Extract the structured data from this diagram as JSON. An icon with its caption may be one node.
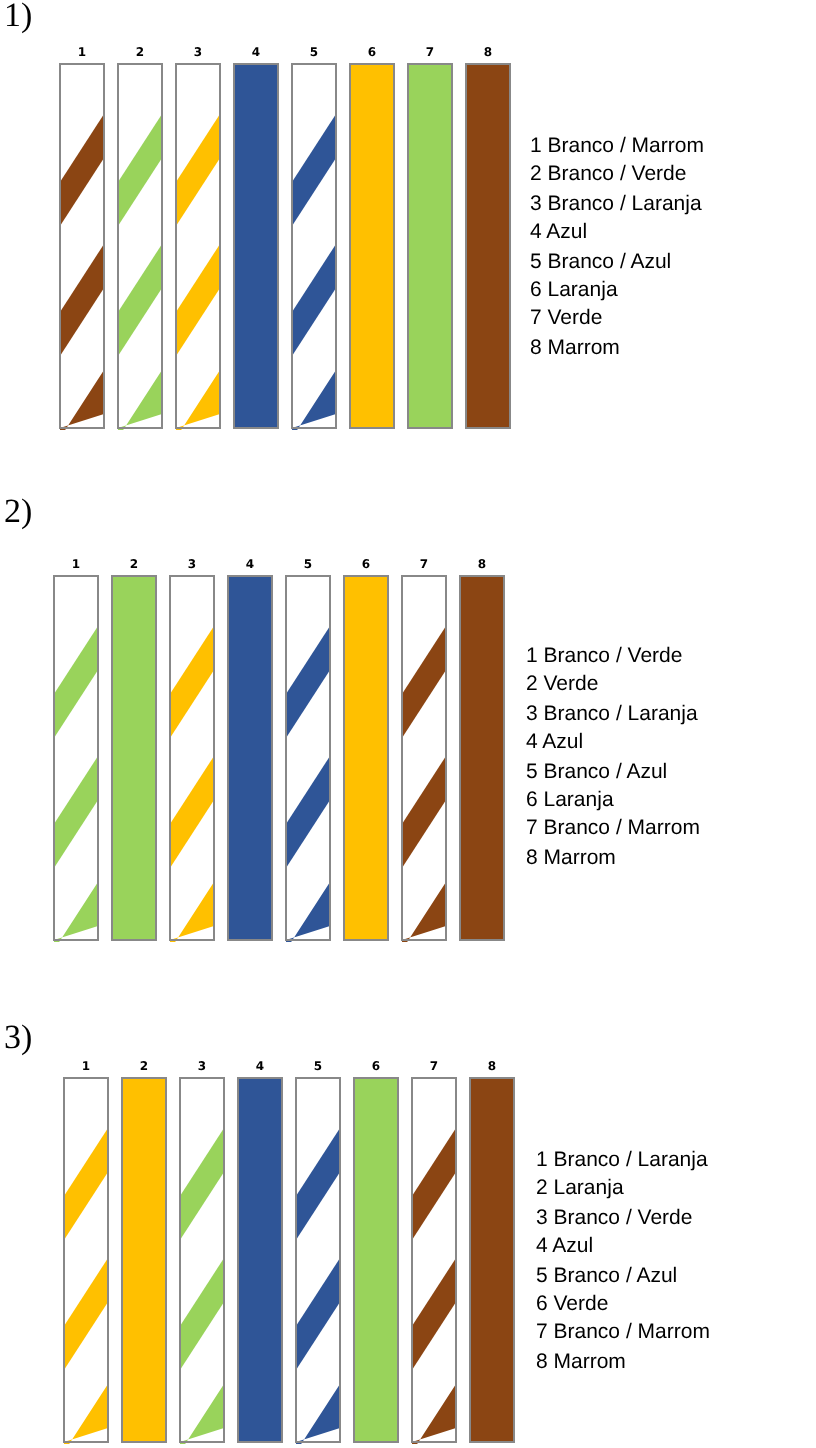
{
  "diagram": {
    "nodes": [
      {
        "text": [
          "1"
        ]
      },
      {
        "text": [
          "2"
        ]
      },
      {
        "text": [
          "3"
        ]
      },
      {
        "text": [
          "4"
        ]
      },
      {
        "text": [
          "5"
        ]
      },
      {
        "text": [
          "6"
        ]
      },
      {
        "text": [
          "7"
        ]
      },
      {
        "text": [
          "8"
        ]
      },
      {
        "text": [
          "1"
        ]
      },
      {
        "text": [
          "2"
        ]
      },
      {
        "text": [
          "3"
        ]
      },
      {
        "text": [
          "4"
        ]
      },
      {
        "text": [
          "5"
        ]
      },
      {
        "text": [
          "6"
        ]
      },
      {
        "text": [
          "7"
        ]
      },
      {
        "text": [
          "8"
        ]
      },
      {
        "text": [
          "1"
        ]
      },
      {
        "text": [
          "2"
        ]
      },
      {
        "text": [
          "3"
        ]
      },
      {
        "text": [
          "4"
        ]
      },
      {
        "text": [
          "5"
        ]
      },
      {
        "text": [
          "6"
        ]
      },
      {
        "text": [
          "7"
        ]
      },
      {
        "text": [
          "8"
        ]
      }
    ],
    "labels": [
      "1)",
      "1 Branco / Marrom",
      "2 Branco / Verde",
      "3 Branco / Laranja",
      "4 Azul",
      "5 Branco / Azul",
      "6 Laranja",
      "7 Verde",
      "8 Marrom",
      "2)",
      "1 Branco / Verde",
      "2 Verde",
      "3 Branco / Laranja",
      "4 Azul",
      "5 Branco / Azul",
      "6 Laranja",
      "7 Branco / Marrom",
      "8 Marrom",
      "3)",
      "1 Branco / Laranja",
      "2 Laranja",
      "3 Branco / Verde",
      "4 Azul",
      "5 Branco / Azul",
      "6 Verde",
      "7 Branco / Marrom",
      "8 Marrom"
    ]
  }
}
